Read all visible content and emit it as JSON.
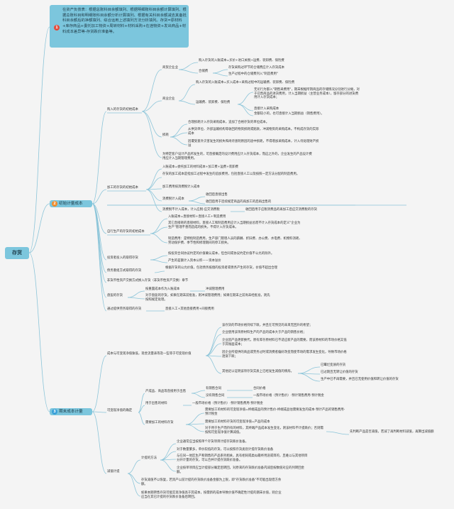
{
  "root": {
    "label": "存货"
  },
  "intro": {
    "number": "1",
    "text": "在资产负债表：根据总账科目余额填列、根据明细账科目余额计算填列、根据总账科目和明细账科目余额分析计算填列、根据有关科目余额减去其备抵科目余额后的净额填列、综合运用上述填列方法分析填列。存货=原材料+库存商品+委托加工物资+周转材料+材料采购+在途物资+发出商品+材料成本差异等-存货跌价准备等。"
  },
  "b2": {
    "number": "2",
    "label": "初始计量成本"
  },
  "b3": {
    "number": "3",
    "label": "期末成本计量"
  },
  "colors": {
    "node": "#7cc6dd",
    "line": "#8cc5d9",
    "badge_intro": "#e34b3a",
    "badge_b2": "#f08c2b",
    "badge_b3": "#3aa0d8"
  },
  "n": {
    "t0": "购入的存货的初始成本",
    "t1": "商贸企业业",
    "t2": "购入存货的入账成本=买价+进口关税+运费、装卸费、保险费",
    "t3": "合储费",
    "t4": "存货采购过环节的仓储费应计入存货成本",
    "t5": "生产过程中的仓储费列入\"制造费用\"",
    "t6": "商业企业",
    "t7": "购入存货的入账成本=买入成本+采购过程中的运输费、装卸费、保险费",
    "t8": "运输费、装卸费、保险费",
    "t9": "无论行为都入\"销售采费用\"，期末根据所销商品的存储情况分别进行分摊，对于已售商品的进货费用，计入当期损益（主营业务成本），留存部分的进货费用计入存货成本；",
    "t10": "直接计入采购成本",
    "t11": "金额较小的，也可直接计入当期损益（销售费用）。",
    "t12": "损耗",
    "t13": "合理损耗计入存货采购成本，追加了合格存货的单位成本。",
    "t14": "从供货单位、外部运输机构等收回的物资损耗或赔款，冲减物资的采购成本。不构成存货的实际成本",
    "t15": "因遭受意外灾害发生的损失和尚待查明原因的途中损耗，不得增加采购成本，计入待处理财产损溢",
    "t16": "为特定客户设计产品所发生的，可直接确定的设计费用应计入存货成本，而这之外的，企业发生的产品设计费用应计入当期管理费用。",
    "t17": "加工的存货的初始成本",
    "t18": "入账成本=委托加工的材料成本+加工费+运费+装卸费",
    "t19": "存货的加工成本是指加工过程中发生的追加费用，包括直接人工以及按照一定方法分配的制造费用。",
    "t20": "加工费用按消费税计入成本",
    "t21": "消费税计入成本",
    "t22": "收回后直接出售",
    "t23": "收回后用于连续规定商品的再加工的后再出售的",
    "t24": "消费税不计入成本，计入应税-应交消费税",
    "t25": "收回后用于应税消费品的再加工后应交消费税的存货",
    "t26": "自行生产的存货的初始成本",
    "t27": "入账成本=直接材料+直接人工+制造费用",
    "t28": "其它直接耗的直接材料，直接人工和制造费用应计入当期损益总而不计入存货成本的定义\"企业为生产\"管理不善而造成的损失，不得计入存货成本。",
    "t29": "制造费用：是特指制造费用，生产部门管理人员的薪酬、折旧费、办公费、水电费、机物料消耗、劳动保护费、季节性和修理期间的停工损失。",
    "t30": "投资者投入的取得存货",
    "t31": "按投资合同协议约定的价值确认成本，但合同或协议约定价值不公允的除外。",
    "t32": "产生的差额计入资本公积——资本溢价",
    "t33": "债务重组方式取得的存货",
    "t34": "根据存货的公允价值，包括债务抵偿的投资者或债务产生的存货，价值不超出合理",
    "t35": "非货币性资产交换方式换入存货（非货币性资产交换）章节",
    "t36": "盘盈的存货",
    "t37": "按重置成本作为入账成本",
    "t38": "冲减管理费用",
    "t39": "对于盘盈的存货，如果在期末前批准，则冲减管理费用；如果在期末之前尚未经批准，则先按照规定处理。",
    "t40": "通过提供劳务取得的存货",
    "t41": "直接人工+其他直接费用+间接费用",
    "t42": "成本与可变现净值孰低，现金流量表等及一些等于可变现价值",
    "t43": "该存货的市场价格持续下跌，并且在可预见的未来无回升的希望；",
    "t44": "企业使用该项原材料生产的产品的成本大于产品的销售价格；",
    "t45": "企业因产品更新换代，原有库存原材料已不适应新产品的需要，而该原材料的市场价格又低于其账面成本；",
    "t46": "因企业所提供的商品或劳务过时或消费者偏好改变而使市场的需求发生变化，导致市场价格逐渐下跌；",
    "t47": "其他足以证明该项存货实质上已经发生减值的情形。",
    "t48": "已霉烂变质的存货",
    "t49": "已过期且无转让价值的存货",
    "t50": "生产中已不再需要，并且已无使用价值和转让价值的存货",
    "t51": "可变现净值的确定",
    "t52": "产成品、商品等直接用于出售",
    "t53": "有销售合同",
    "t54": "合同价格",
    "t55": "没有销售合同",
    "t56": "一般市场价格（预计售价）-预计销售费用-预计税金",
    "t57": "用于出售的材料",
    "t58": "一般市场价格（预计售价）-预计销售费用-预计税金",
    "t59": "需要加工的材料存货",
    "t60": "需要加工的材料的可变现净值=终端成品的预计售价-终端成品估需要发生的成本-预计产品的销售费用-预计税金",
    "t61": "需要加工的材料存货的可变现净值=产品的成本",
    "t62": "对于用于生产而持有的材料，其终端产品成本发生变化，则该材料不计提跌价；否则需按照可变现净值计算减值。",
    "t63": "先判断产品是否减值，若减了再判断材料减值，再算出减值额",
    "t64": "减值计提",
    "t65": "计提的方法",
    "t66": "企业通常应当按照单个存货项目计提存货跌价准备。",
    "t67": "对于数量繁多，单价较低的存货，可以按照存货类别计提存货跌价准备",
    "t68": "与在同一地区生产和销售的产品系列相关，具有相同或类似最终用途或目的，且难以与其他项目分开计量的存货，可以合并计提存货跌价准备。",
    "t69": "企业按单项目应当计提部分确定后转回，对原来的存货跌价准备内减后按数值对应的列转回金额。",
    "t70": "存货减值不以恢复，若资产以前计提的存货跌价准备金额为上限，即\"存货跌价准备\"不可能出现借方余额。",
    "t71": "如果本期转售存货可能实现净值高于其成本，按需新的成本导致价值不确定性计提的期末价值，则企业应当在其已计提的存货跌价准备后转回。"
  }
}
